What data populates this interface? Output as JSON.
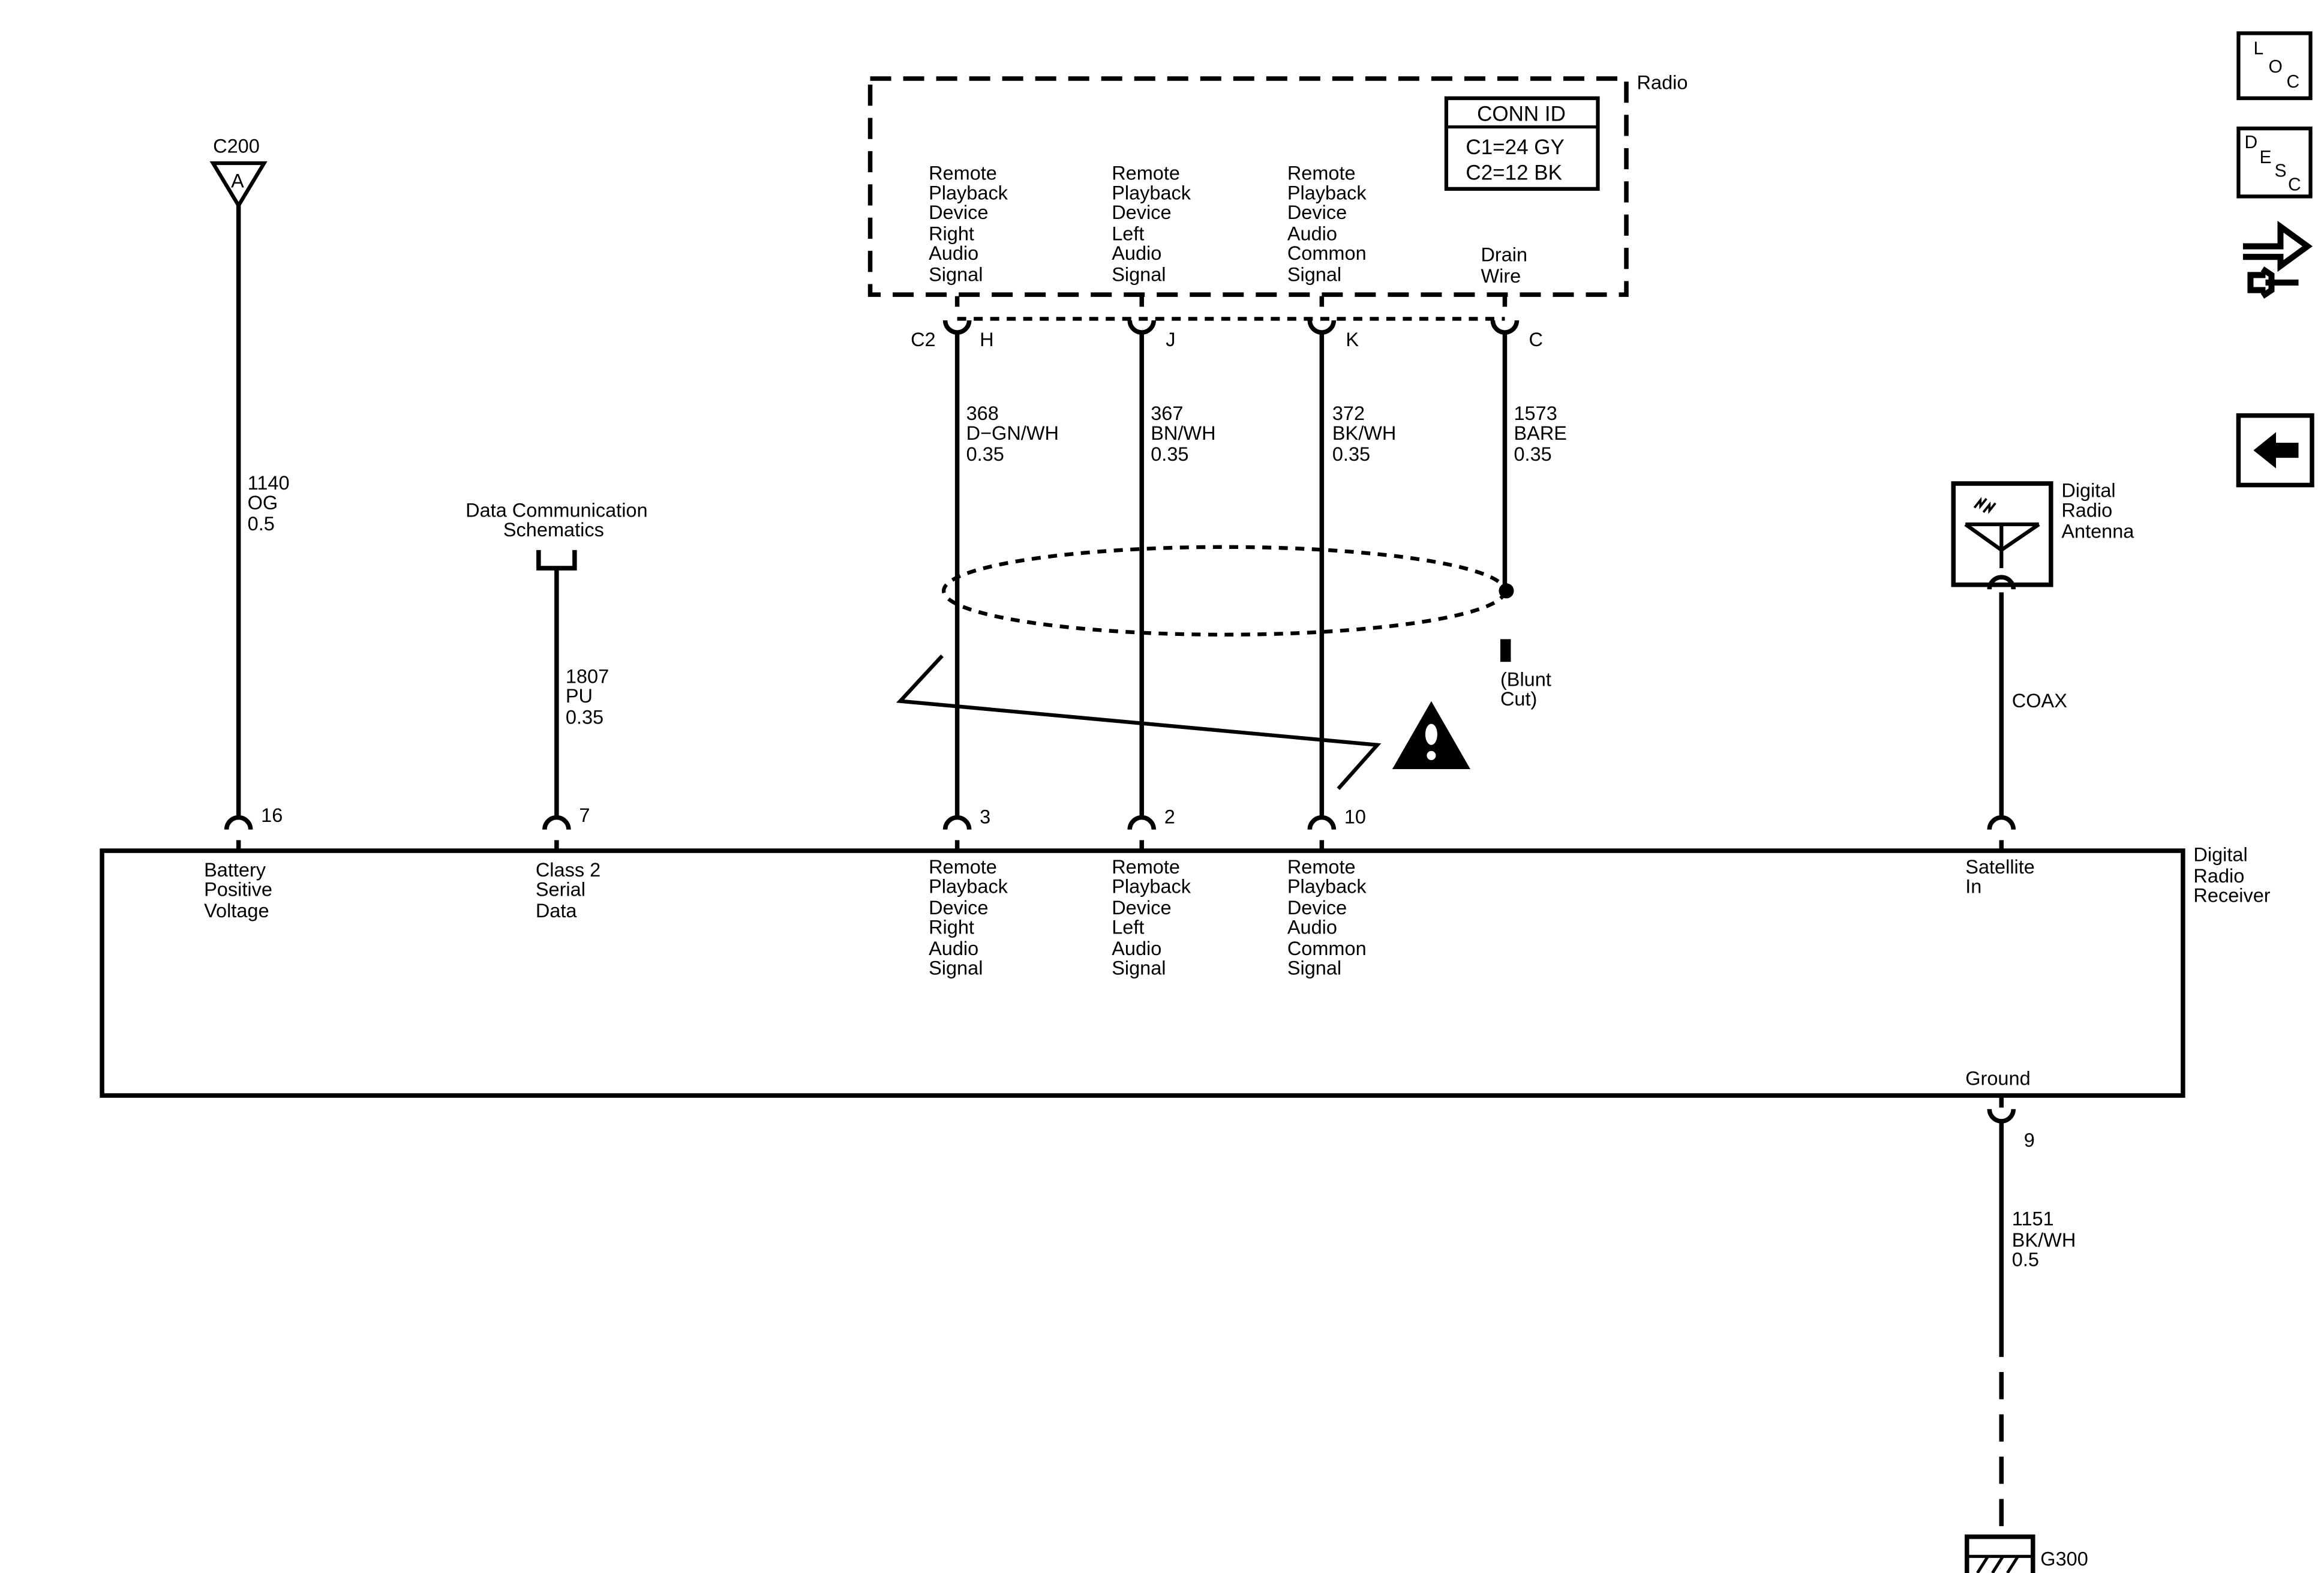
{
  "radio": {
    "title": "Radio",
    "conn_id": {
      "header": "CONN ID",
      "c1": "C1=24 GY",
      "c2": "C2=12 BK"
    },
    "connector": "C2",
    "pins": [
      {
        "pin": "H",
        "label": [
          "Remote",
          "Playback",
          "Device",
          "Right",
          "Audio",
          "Signal"
        ]
      },
      {
        "pin": "J",
        "label": [
          "Remote",
          "Playback",
          "Device",
          "Left",
          "Audio",
          "Signal"
        ]
      },
      {
        "pin": "K",
        "label": [
          "Remote",
          "Playback",
          "Device",
          "Audio",
          "Common",
          "Signal"
        ]
      },
      {
        "pin": "C",
        "label": [
          "Drain",
          "Wire"
        ]
      }
    ]
  },
  "wires": [
    {
      "circuit": "1140",
      "color": "OG",
      "gauge": "0.5"
    },
    {
      "circuit": "1807",
      "color": "PU",
      "gauge": "0.35"
    },
    {
      "circuit": "368",
      "color": "D−GN/WH",
      "gauge": "0.35"
    },
    {
      "circuit": "367",
      "color": "BN/WH",
      "gauge": "0.35"
    },
    {
      "circuit": "372",
      "color": "BK/WH",
      "gauge": "0.35"
    },
    {
      "circuit": "1573",
      "color": "BARE",
      "gauge": "0.35"
    },
    {
      "circuit": "1151",
      "color": "BK/WH",
      "gauge": "0.5"
    }
  ],
  "c200": {
    "name": "C200",
    "pin": "A"
  },
  "data_comm": [
    "Data Communication",
    "Schematics"
  ],
  "blunt_cut": [
    "(Blunt",
    "Cut)"
  ],
  "coax": "COAX",
  "antenna": [
    "Digital",
    "Radio",
    "Antenna"
  ],
  "receiver": {
    "name": [
      "Digital",
      "Radio",
      "Receiver"
    ],
    "pins": [
      {
        "num": "16",
        "label": [
          "Battery",
          "Positive",
          "Voltage"
        ]
      },
      {
        "num": "7",
        "label": [
          "Class 2",
          "Serial",
          "Data"
        ]
      },
      {
        "num": "3",
        "label": [
          "Remote",
          "Playback",
          "Device",
          "Right",
          "Audio",
          "Signal"
        ]
      },
      {
        "num": "2",
        "label": [
          "Remote",
          "Playback",
          "Device",
          "Left",
          "Audio",
          "Signal"
        ]
      },
      {
        "num": "10",
        "label": [
          "Remote",
          "Playback",
          "Device",
          "Audio",
          "Common",
          "Signal"
        ]
      },
      {
        "num": "",
        "label": [
          "Satellite",
          "In"
        ]
      }
    ],
    "ground": {
      "label": "Ground",
      "num": "9"
    }
  },
  "ground_point": "G300",
  "nav": {
    "loc": [
      "L",
      "O",
      "C"
    ],
    "desc": [
      "D",
      "E",
      "S",
      "C"
    ]
  }
}
